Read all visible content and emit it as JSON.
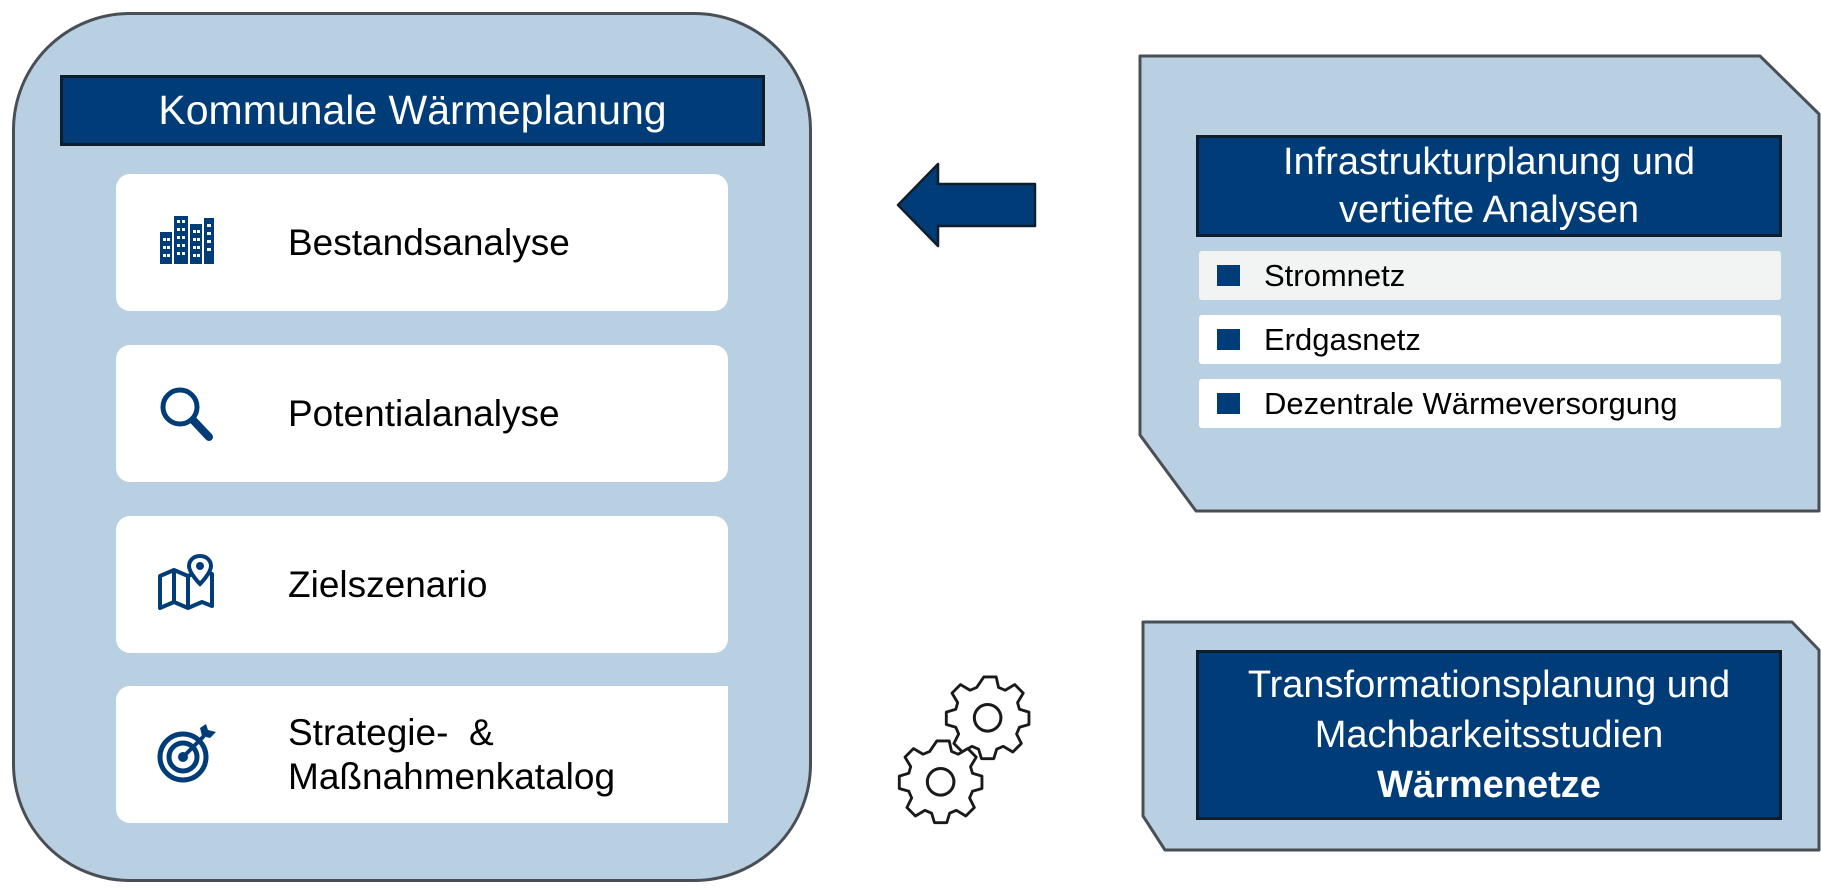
{
  "left_panel": {
    "title": "Kommunale Wärmeplanung",
    "steps": [
      {
        "label": "Bestandsanalyse",
        "icon": "buildings-icon"
      },
      {
        "label": "Potentialanalyse",
        "icon": "magnifier-icon"
      },
      {
        "label": "Zielszenario",
        "icon": "map-pin-icon"
      },
      {
        "label_line1": "Strategie-  &",
        "label_line2": "Maßnahmenkatalog",
        "icon": "target-icon"
      }
    ]
  },
  "infrastructure": {
    "title_line1": "Infrastrukturplanung und",
    "title_line2": "vertiefte Analysen",
    "items": [
      "Stromnetz",
      "Erdgasnetz",
      "Dezentrale Wärmeversorgung"
    ]
  },
  "transformation": {
    "line1": "Transformationsplanung und",
    "line2": "Machbarkeitsstudien",
    "line3_bold": "Wärmenetze"
  },
  "connectors": {
    "arrow_direction": "left",
    "arrow_icon": "left-arrow-icon",
    "gears_icon": "gears-icon"
  },
  "colors": {
    "panel_fill": "#b9d0e3",
    "dark_blue": "#003c77",
    "border_gray": "#4a4f55",
    "card_white": "#ffffff"
  }
}
